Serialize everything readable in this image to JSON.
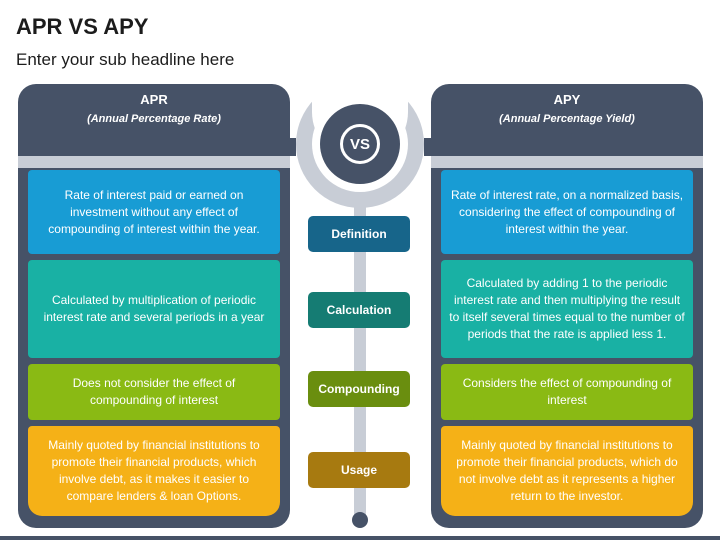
{
  "title": "APR VS APY",
  "subtitle": "Enter your sub headline here",
  "center": {
    "vs_label": "VS"
  },
  "apr": {
    "heading": "APR",
    "subheading": "(Annual Percentage Rate)"
  },
  "apy": {
    "heading": "APY",
    "subheading": "(Annual Percentage Yield)"
  },
  "rows": [
    {
      "label": "Definition",
      "apr": "Rate of interest paid or earned on investment without any effect of compounding of interest within the year.",
      "apy": "Rate of interest rate, on a normalized basis, considering the effect of compounding of interest within the year."
    },
    {
      "label": "Calculation",
      "apr": "Calculated by multiplication of periodic interest rate and several periods in a year",
      "apy": "Calculated by adding 1 to the periodic interest rate and then multiplying the result to itself several times equal to the number of periods that the rate is applied less 1."
    },
    {
      "label": "Compounding",
      "apr": "Does not consider the effect of compounding of interest",
      "apy": "Considers the effect of compounding of interest"
    },
    {
      "label": "Usage",
      "apr": "Mainly quoted by financial institutions to promote their financial products, which involve debt, as it makes it easier to compare lenders & loan Options.",
      "apy": "Mainly quoted by financial institutions to promote their financial products, which do not involve debt as it represents a higher return to the investor."
    }
  ],
  "colors": {
    "panel": "#465267",
    "definition": "#189cd4",
    "calculation": "#19b1a4",
    "compounding": "#8aba14",
    "usage": "#f5b117"
  }
}
